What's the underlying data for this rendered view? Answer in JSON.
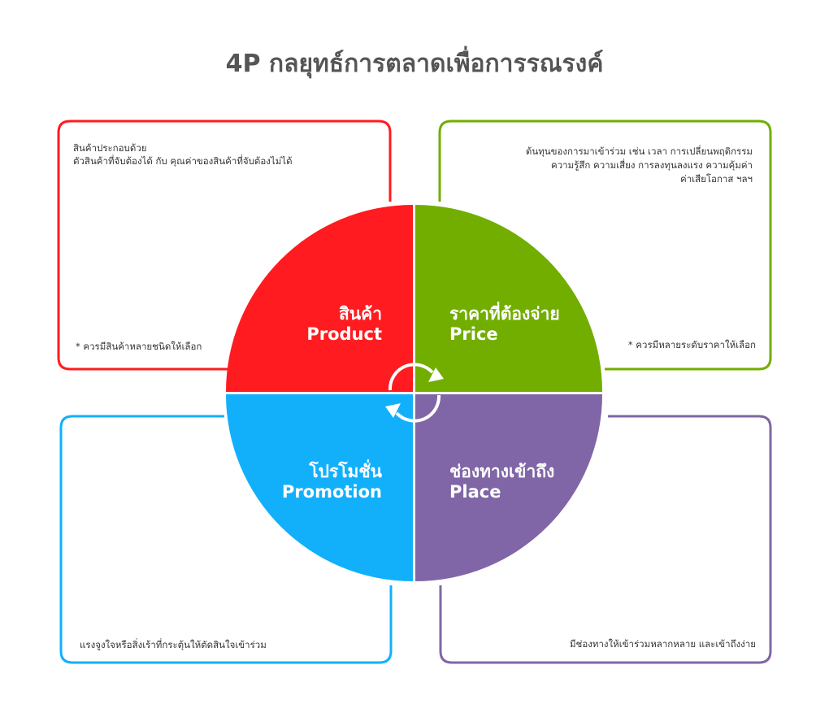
{
  "title": "4P กลยุทธ์การตลาดเพื่อการรณรงค์",
  "colors": {
    "title": "#555555",
    "product": "#ff1b1f",
    "price": "#72ae00",
    "promotion": "#12b0fb",
    "place": "#8066a6",
    "divider": "#ffffff"
  },
  "center_icon": "refresh-cycle-icon",
  "quadrants": {
    "product": {
      "label_th": "สินค้า",
      "label_en": "Product",
      "desc": [
        "สินค้าประกอบด้วย",
        "ตัวสินค้าที่จับต้องได้ กับ คุณค่าของสินค้าที่จับต้องไม่ได้"
      ],
      "note": "* ควรมีสินค้าหลายชนิดให้เลือก"
    },
    "price": {
      "label_th": "ราคาที่ต้องจ่าย",
      "label_en": "Price",
      "desc": [
        "ต้นทุนของการมาเข้าร่วม เช่น เวลา การเปลี่ยนพฤติกรรม",
        "ความรู้สึก ความเสี่ยง การลงทุนลงแรง ความคุ้มค่า",
        "ค่าเสียโอกาส ฯลฯ"
      ],
      "note": "* ควรมีหลายระดับราคาให้เลือก"
    },
    "promotion": {
      "label_th": "โปรโมชั่น",
      "label_en": "Promotion",
      "note": "แรงจูงใจหรือสิ่งเร้าที่กระตุ้นให้ตัดสินใจเข้าร่วม"
    },
    "place": {
      "label_th": "ช่องทางเข้าถึง",
      "label_en": "Place",
      "note": "มีช่องทางให้เข้าร่วมหลากหลาย และเข้าถึงง่าย"
    }
  }
}
